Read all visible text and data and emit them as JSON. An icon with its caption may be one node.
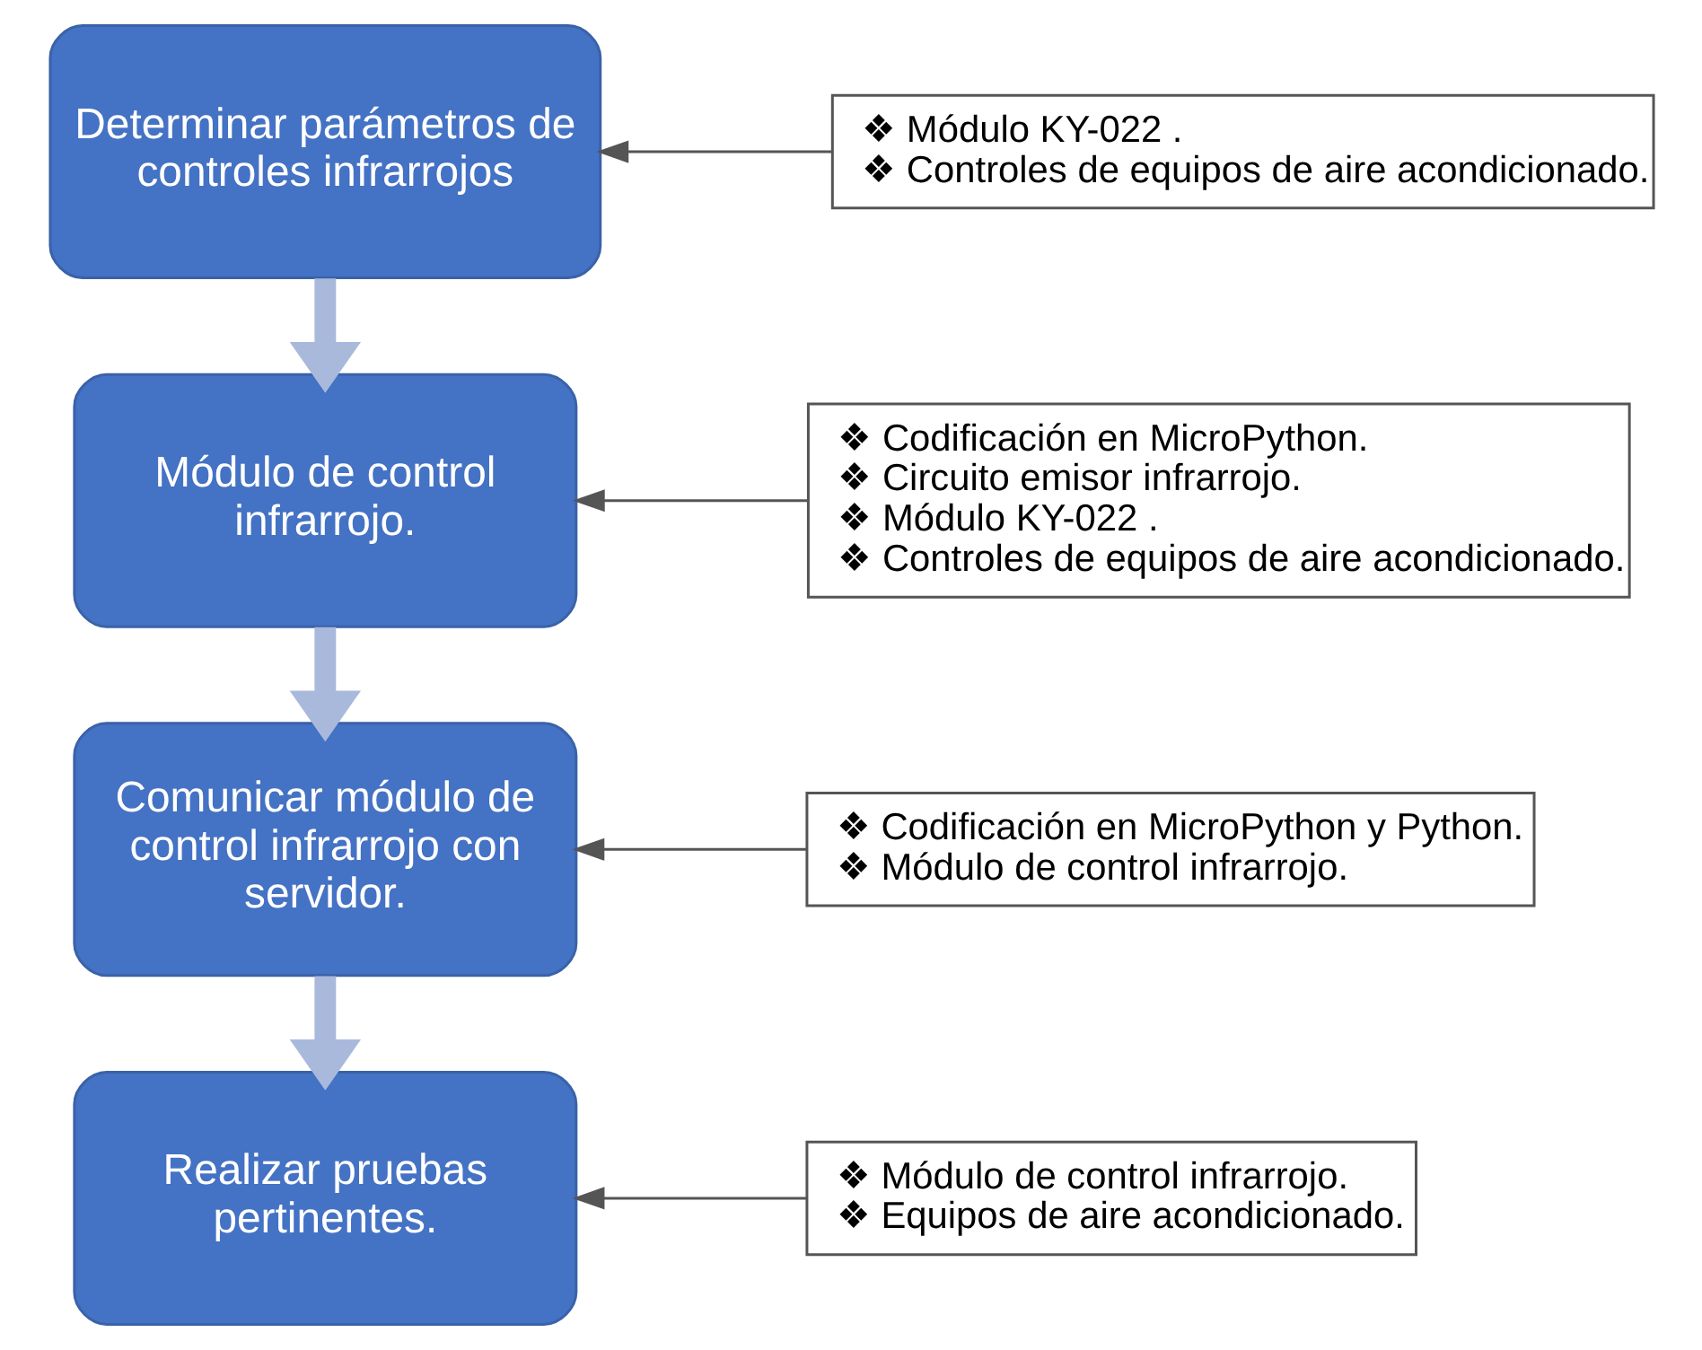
{
  "diagram": {
    "nodes": [
      {
        "text": [
          "Determinar parámetros de controles infrarrojos"
        ]
      },
      {
        "text": [
          "❖ Módulo KY-022 .",
          "❖ Controles de equipos de aire acondicionado."
        ]
      },
      {
        "text": [
          "Módulo de control infrarrojo."
        ]
      },
      {
        "text": [
          "❖ Codificación en MicroPython.",
          "❖ Circuito emisor infrarrojo.",
          "❖ Módulo KY-022 .",
          "❖ Controles de equipos de aire acondicionado."
        ]
      },
      {
        "text": [
          "Comunicar módulo de control infrarrojo con servidor."
        ]
      },
      {
        "text": [
          "❖ Codificación en MicroPython y Python.",
          "❖ Módulo de control infrarrojo."
        ]
      },
      {
        "text": [
          "Realizar pruebas pertinentes."
        ]
      },
      {
        "text": [
          "❖ Módulo de control infrarrojo.",
          "❖ Equipos de aire acondicionado."
        ]
      }
    ],
    "edges": [
      {
        "from": 1,
        "to": 0,
        "arrow": "to"
      },
      {
        "from": 0,
        "to": 2,
        "arrow": "to",
        "style": "thick",
        "color": "#a9b9dc"
      },
      {
        "from": 3,
        "to": 2,
        "arrow": "to"
      },
      {
        "from": 2,
        "to": 4,
        "arrow": "to",
        "style": "thick",
        "color": "#a9b9dc"
      },
      {
        "from": 5,
        "to": 4,
        "arrow": "to"
      },
      {
        "from": 4,
        "to": 6,
        "arrow": "to",
        "style": "thick",
        "color": "#a9b9dc"
      },
      {
        "from": 7,
        "to": 6,
        "arrow": "to"
      }
    ]
  }
}
